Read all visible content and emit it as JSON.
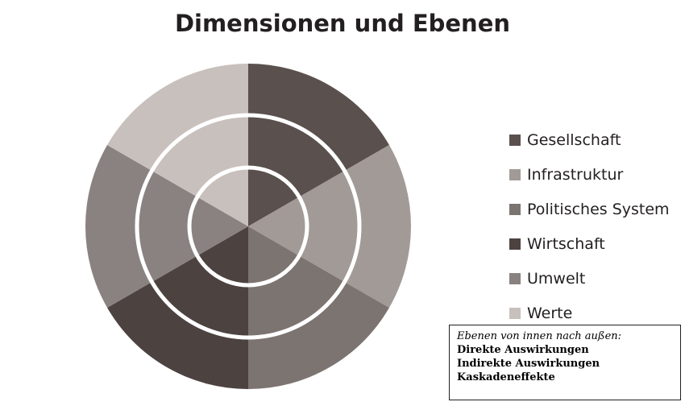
{
  "chart_data": {
    "type": "pie",
    "title": "Dimensionen und Ebenen",
    "categories": [
      "Gesellschaft",
      "Infrastruktur",
      "Politisches System",
      "Wirtschaft",
      "Umwelt",
      "Werte"
    ],
    "values": [
      1,
      1,
      1,
      1,
      1,
      1
    ],
    "rings": 3,
    "colors": [
      "#5a504d",
      "#a29a97",
      "#7c7471",
      "#4c4240",
      "#898280",
      "#c8c0bd"
    ],
    "legend_position": "right",
    "levels": {
      "heading": "Ebenen von innen nach außen:",
      "items": [
        "Direkte Auswirkungen",
        "Indirekte Auswirkungen",
        "Kaskadeneffekte"
      ]
    }
  }
}
